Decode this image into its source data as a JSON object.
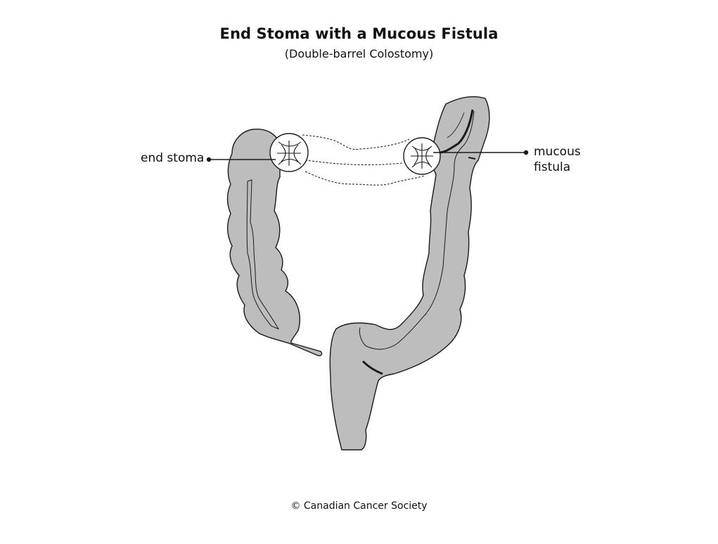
{
  "title": "End Stoma with a Mucous Fistula",
  "subtitle": "(Double-barrel Colostomy)",
  "labels": {
    "end_stoma": "end stoma",
    "mucous_fistula_line1": "mucous",
    "mucous_fistula_line2": "fistula"
  },
  "copyright": "© Canadian Cancer Society",
  "colors": {
    "colon_fill": "#bdbdbd",
    "outline": "#1a1a1a",
    "background": "#ffffff"
  }
}
